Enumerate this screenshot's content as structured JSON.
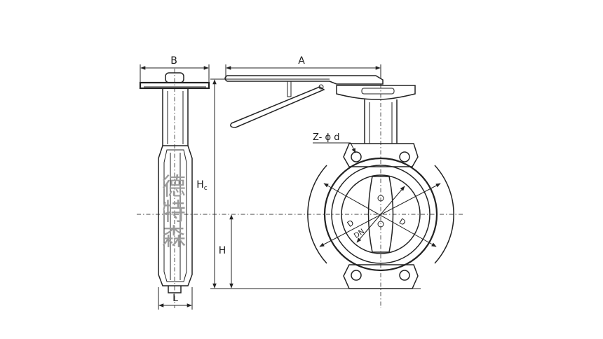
{
  "dimensions": {
    "b": "B",
    "a": "A",
    "hc": "H",
    "hc_sub": "c",
    "h": "H",
    "l": "L",
    "z_phi_d": "Z- ϕ d",
    "d_outer": "D",
    "d_inner": "D",
    "dn": "DN"
  },
  "watermark": {
    "char_1": "德",
    "char_2": "特",
    "char_3": "森"
  }
}
